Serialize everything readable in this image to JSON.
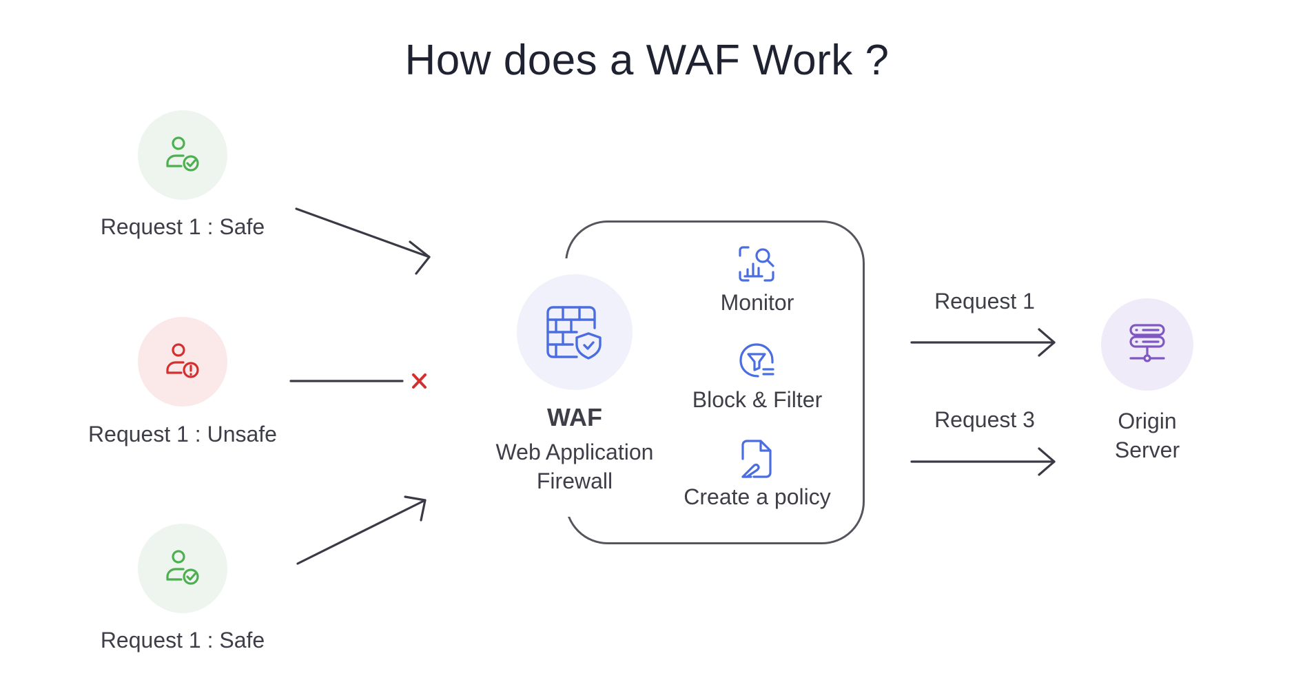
{
  "title": "How does a WAF Work ?",
  "requests": [
    {
      "label": "Request 1 : Safe",
      "status": "safe",
      "icon": "user-check-icon"
    },
    {
      "label": "Request 1 : Unsafe",
      "status": "unsafe",
      "icon": "user-alert-icon"
    },
    {
      "label": "Request 1 : Safe",
      "status": "safe",
      "icon": "user-check-icon"
    }
  ],
  "waf": {
    "title": "WAF",
    "subtitle_line1": "Web Application",
    "subtitle_line2": "Firewall",
    "icon": "firewall-shield-icon"
  },
  "features": [
    {
      "label": "Monitor",
      "icon": "monitor-search-icon"
    },
    {
      "label": "Block & Filter",
      "icon": "filter-icon"
    },
    {
      "label": "Create a policy",
      "icon": "policy-document-icon"
    }
  ],
  "outputs": [
    {
      "label": "Request 1"
    },
    {
      "label": "Request 3"
    }
  ],
  "server": {
    "line1": "Origin",
    "line2": "Server",
    "icon": "server-icon"
  },
  "colors": {
    "safe": "#4caf50",
    "safe_bg": "#eef5ee",
    "unsafe": "#d32f2f",
    "unsafe_bg": "#fbe9e9",
    "waf_accent": "#4a6ee0",
    "waf_bg": "#f0f1fb",
    "server_accent": "#7e57c2",
    "server_bg": "#efebf8",
    "arrow": "#3a3a46",
    "blocked": "#d32f2f"
  }
}
